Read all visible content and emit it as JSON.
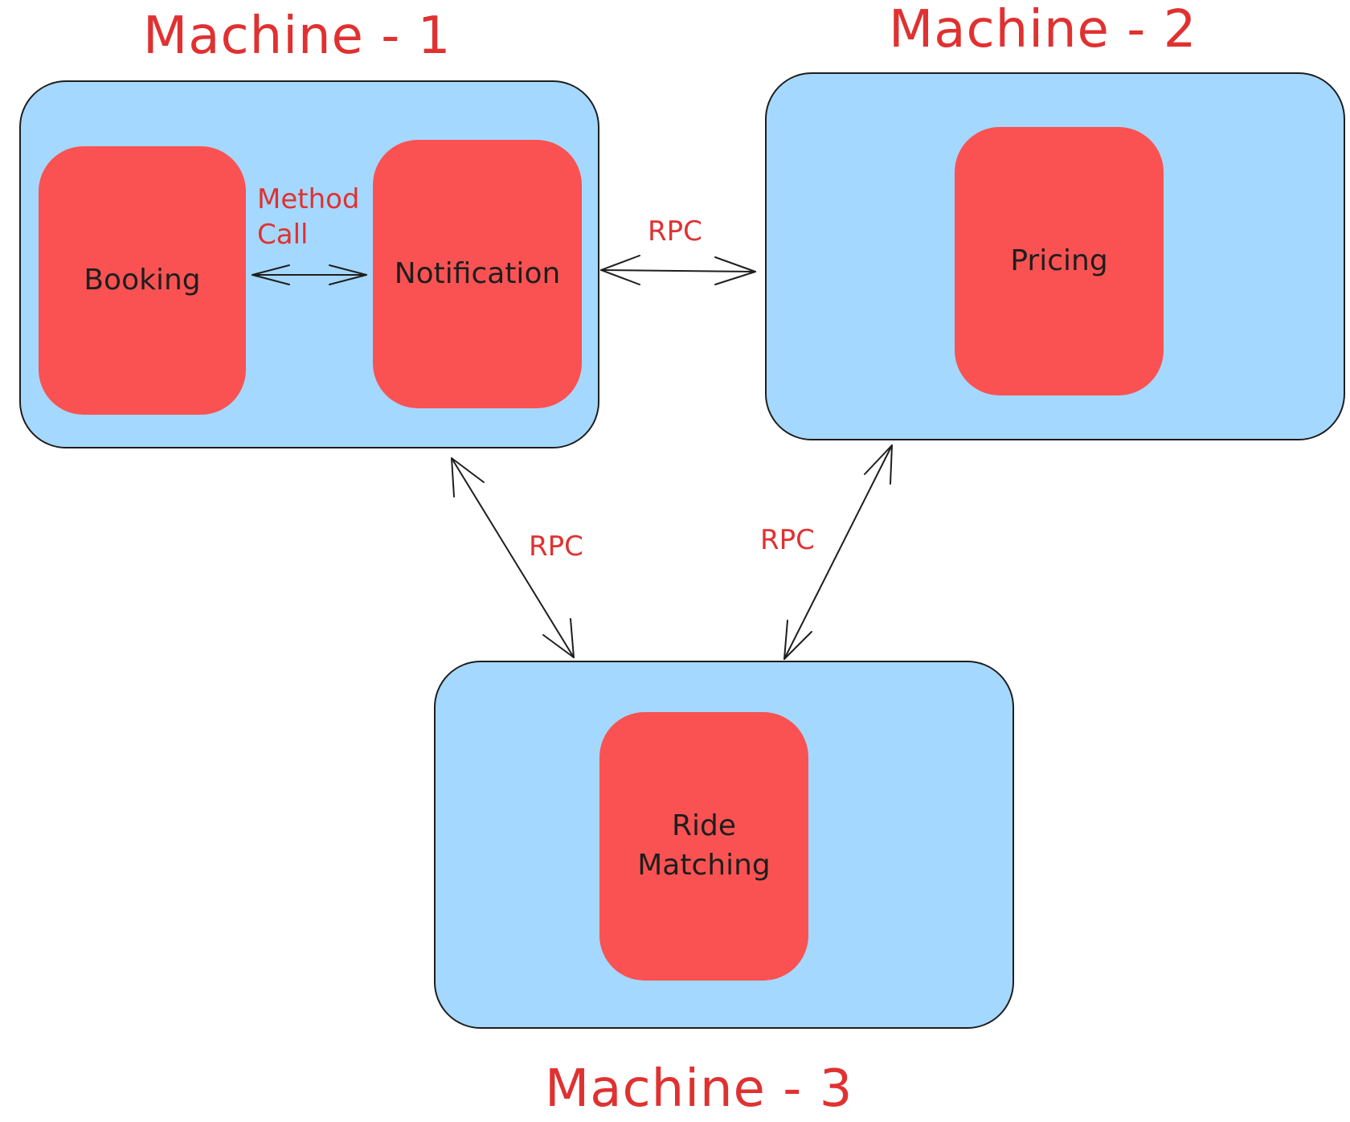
{
  "machines": {
    "m1": {
      "title": "Machine - 1"
    },
    "m2": {
      "title": "Machine - 2"
    },
    "m3": {
      "title": "Machine - 3"
    }
  },
  "services": {
    "booking": "Booking",
    "notification": "Notification",
    "pricing": "Pricing",
    "ride_matching": "Ride\nMatching"
  },
  "edges": {
    "booking_notification": "Method\nCall",
    "notification_pricing": "RPC",
    "m1_m3": "RPC",
    "m2_m3": "RPC"
  },
  "colors": {
    "machine_fill": "#a5d8ff",
    "service_fill": "#fa5252",
    "label_red": "#e03131",
    "stroke": "#1e1e1e"
  }
}
